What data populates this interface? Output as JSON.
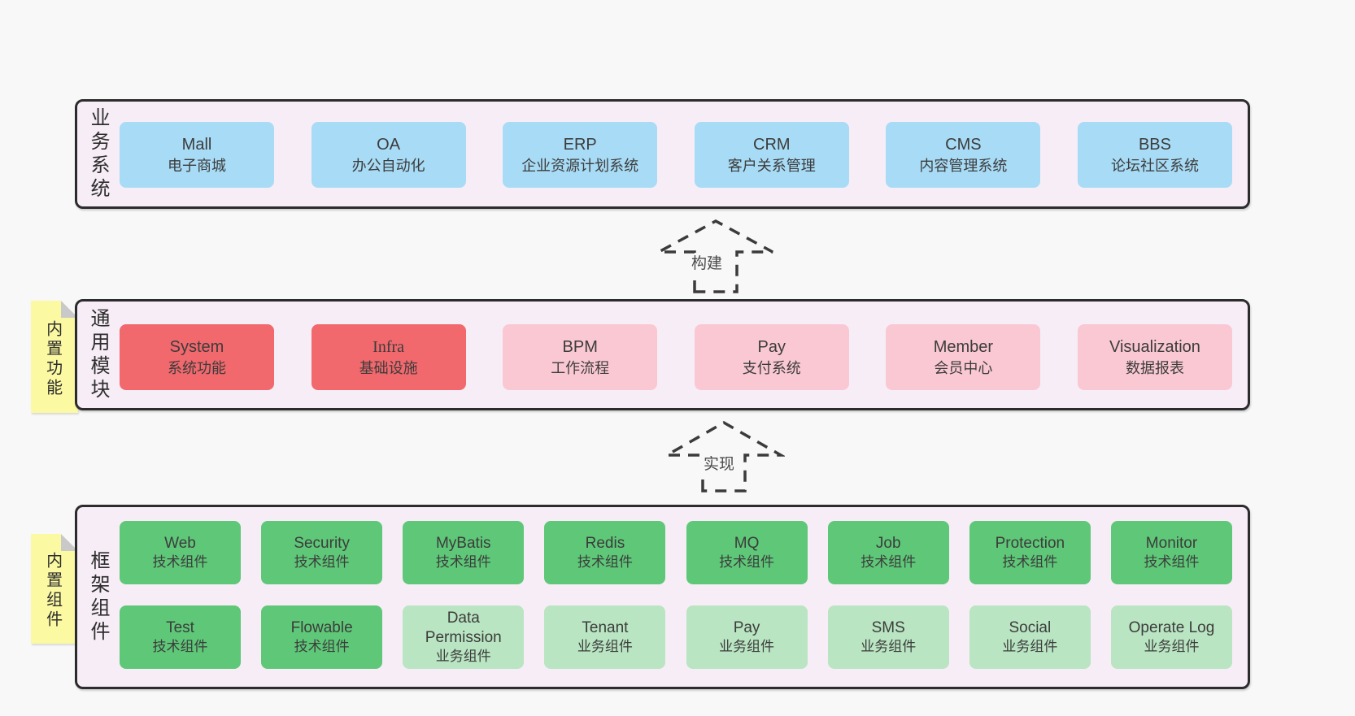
{
  "palette": {
    "page_bg": "#f8f8f8",
    "band_bg": "#f7edf6",
    "band_border": "#2c2c2c",
    "node_blue": "#a8dbf5",
    "node_red": "#f1686d",
    "node_pink": "#fac8d2",
    "node_green": "#5ec878",
    "node_green_light": "#b9e5c2",
    "tag_yellow": "#fbf9a2",
    "tag_fold_gray": "#c9c9c9",
    "text": "#3c3c3c"
  },
  "arrows": [
    {
      "label": "构建"
    },
    {
      "label": "实现"
    }
  ],
  "bands": [
    {
      "label": "业务系统",
      "boxes": [
        {
          "title": "Mall",
          "subtitle": "电子商城",
          "variant": "blue"
        },
        {
          "title": "OA",
          "subtitle": "办公自动化",
          "variant": "blue"
        },
        {
          "title": "ERP",
          "subtitle": "企业资源计划系统",
          "variant": "blue"
        },
        {
          "title": "CRM",
          "subtitle": "客户关系管理",
          "variant": "blue"
        },
        {
          "title": "CMS",
          "subtitle": "内容管理系统",
          "variant": "blue"
        },
        {
          "title": "BBS",
          "subtitle": "论坛社区系统",
          "variant": "blue"
        }
      ]
    },
    {
      "label": "通用模块",
      "tag": "内置功能",
      "boxes": [
        {
          "title": "System",
          "subtitle": "系统功能",
          "variant": "red"
        },
        {
          "title": "Infra",
          "subtitle": "基础设施",
          "variant": "red"
        },
        {
          "title": "BPM",
          "subtitle": "工作流程",
          "variant": "pink"
        },
        {
          "title": "Pay",
          "subtitle": "支付系统",
          "variant": "pink"
        },
        {
          "title": "Member",
          "subtitle": "会员中心",
          "variant": "pink"
        },
        {
          "title": "Visualization",
          "subtitle": "数据报表",
          "variant": "pink"
        }
      ]
    },
    {
      "label": "框架组件",
      "tag": "内置组件",
      "rows": [
        [
          {
            "title": "Web",
            "subtitle": "技术组件",
            "variant": "green"
          },
          {
            "title": "Security",
            "subtitle": "技术组件",
            "variant": "green"
          },
          {
            "title": "MyBatis",
            "subtitle": "技术组件",
            "variant": "green"
          },
          {
            "title": "Redis",
            "subtitle": "技术组件",
            "variant": "green"
          },
          {
            "title": "MQ",
            "subtitle": "技术组件",
            "variant": "green"
          },
          {
            "title": "Job",
            "subtitle": "技术组件",
            "variant": "green"
          },
          {
            "title": "Protection",
            "subtitle": "技术组件",
            "variant": "green"
          },
          {
            "title": "Monitor",
            "subtitle": "技术组件",
            "variant": "green"
          }
        ],
        [
          {
            "title": "Test",
            "subtitle": "技术组件",
            "variant": "green"
          },
          {
            "title": "Flowable",
            "subtitle": "技术组件",
            "variant": "green"
          },
          {
            "title": "Data Permission",
            "subtitle": "业务组件",
            "variant": "green-light"
          },
          {
            "title": "Tenant",
            "subtitle": "业务组件",
            "variant": "green-light"
          },
          {
            "title": "Pay",
            "subtitle": "业务组件",
            "variant": "green-light"
          },
          {
            "title": "SMS",
            "subtitle": "业务组件",
            "variant": "green-light"
          },
          {
            "title": "Social",
            "subtitle": "业务组件",
            "variant": "green-light"
          },
          {
            "title": "Operate Log",
            "subtitle": "业务组件",
            "variant": "green-light"
          }
        ]
      ]
    }
  ]
}
